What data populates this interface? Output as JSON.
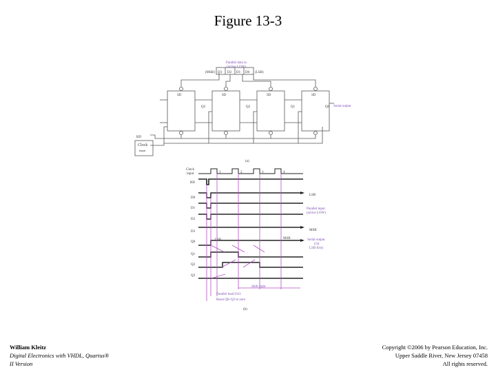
{
  "slide": {
    "title": "Figure 13-3"
  },
  "footer": {
    "author": "William Kleitz",
    "book_line1": "Digital Electronics with VHDL, Quartus®",
    "book_line2": "II Version",
    "copyright_line1": "Copyright ©2006 by Pearson Education, Inc.",
    "copyright_line2": "Upper Saddle River, New Jersey 07458",
    "copyright_line3": "All rights reserved."
  },
  "circuit": {
    "parallel_in_label_1": "Parallel data in",
    "parallel_in_label_2": "(active LOW)",
    "msb_label": "(MSB)",
    "lsb_label": "(LSB)",
    "data_inputs": [
      "D3",
      "D2",
      "D1",
      "D0"
    ],
    "sd_labels": [
      "SD",
      "SD",
      "SD",
      "SD"
    ],
    "q_outputs": [
      "Q3",
      "Q2",
      "Q1",
      "Q0"
    ],
    "rd_label": "RD",
    "clock_input_1": "Clock",
    "clock_input_2": "input",
    "serial_output": "Serial output",
    "part_label": "(a)"
  },
  "timing": {
    "clock_label_1": "Clock",
    "clock_label_2": "input",
    "rows": [
      "RD",
      "D0",
      "D1",
      "D2",
      "D3",
      "Q0",
      "Q1",
      "Q2",
      "Q3"
    ],
    "pulse_numbers": [
      "1",
      "2",
      "3",
      "4"
    ],
    "lsb_label": "LSB",
    "msb_label": "MSB",
    "parallel_in_1": "Parallel input",
    "parallel_in_2": "(active LOW)",
    "serial_out_1": "Serial output",
    "serial_out_2": "(1st",
    "serial_out_3": "LSB first)",
    "q0_lsb": "LSB",
    "q0_msb": "MSB",
    "shift_right": "Shift right",
    "parallel_load": "Parallel load 0111",
    "reset": "Reset Q0–Q3 to zero",
    "part_label": "(b)"
  }
}
